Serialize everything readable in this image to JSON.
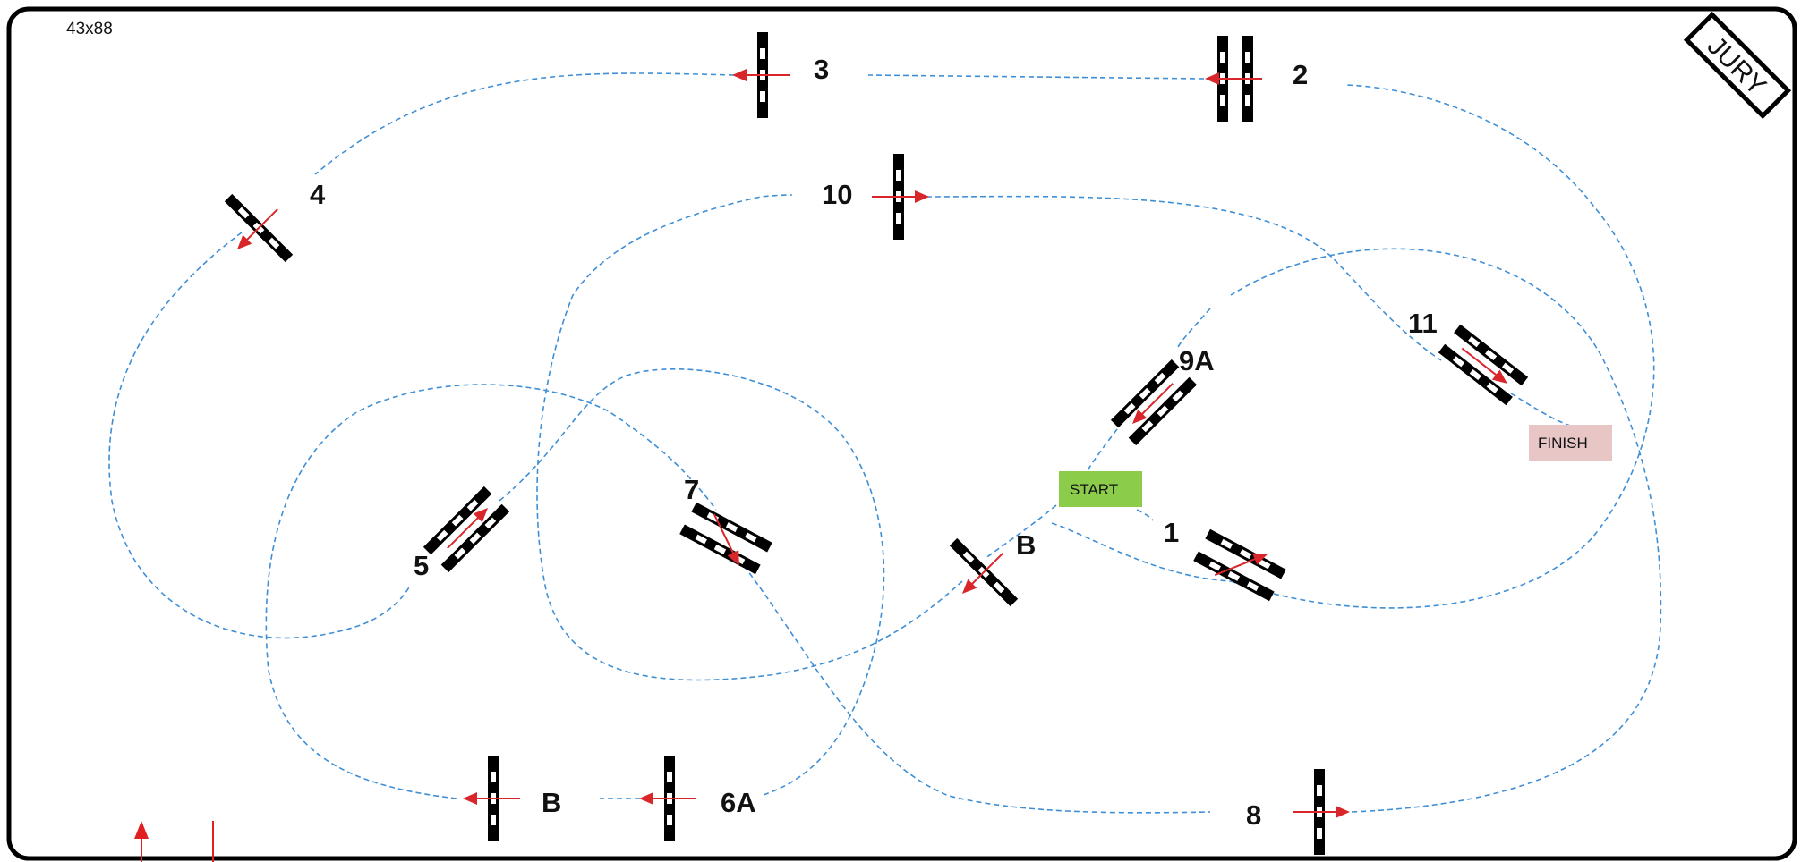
{
  "arena": {
    "size_label": "43x88",
    "jury_label": "JURY",
    "start_label": "START",
    "finish_label": "FINISH"
  },
  "obstacles": [
    {
      "id": "1",
      "label": "1",
      "type": "oxer"
    },
    {
      "id": "2",
      "label": "2",
      "type": "oxer"
    },
    {
      "id": "3",
      "label": "3",
      "type": "vertical"
    },
    {
      "id": "4",
      "label": "4",
      "type": "vertical"
    },
    {
      "id": "5",
      "label": "5",
      "type": "oxer"
    },
    {
      "id": "6a",
      "label": "6A",
      "type": "vertical"
    },
    {
      "id": "6b",
      "label": "B",
      "type": "vertical"
    },
    {
      "id": "7",
      "label": "7",
      "type": "oxer"
    },
    {
      "id": "8",
      "label": "8",
      "type": "vertical"
    },
    {
      "id": "9a",
      "label": "9A",
      "type": "oxer"
    },
    {
      "id": "9b",
      "label": "B",
      "type": "vertical"
    },
    {
      "id": "10",
      "label": "10",
      "type": "vertical"
    },
    {
      "id": "11",
      "label": "11",
      "type": "oxer"
    }
  ],
  "colors": {
    "route": "#3f8fd6",
    "arrow": "#d8262b",
    "start_box": "#8ccc4b",
    "finish_box": "#e8c6c6",
    "border": "#000000"
  },
  "icons": {
    "entry": "entry-arrow-icon"
  }
}
